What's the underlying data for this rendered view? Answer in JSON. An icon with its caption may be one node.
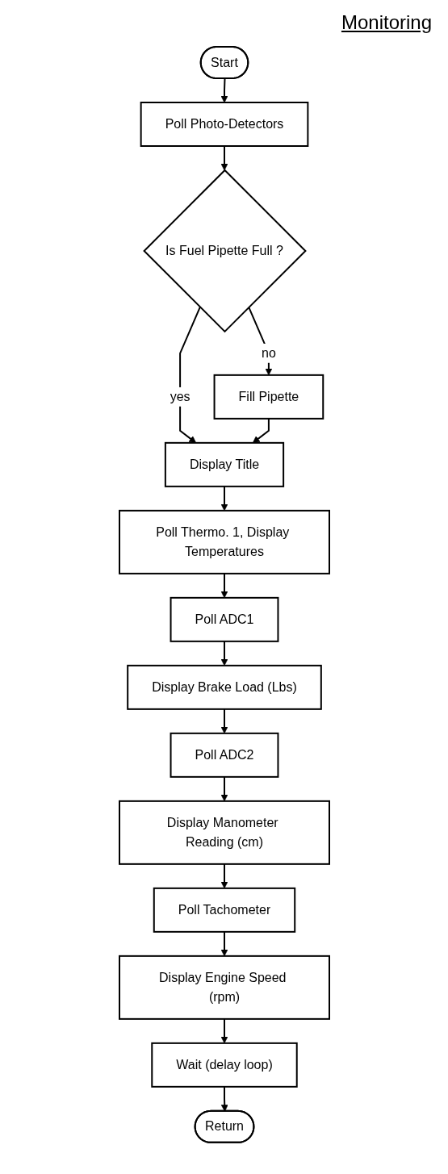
{
  "diagram": {
    "title": "Monitoring",
    "nodes": [
      {
        "text": [
          "Start"
        ]
      },
      {
        "text": [
          "Poll Photo-Detectors"
        ]
      },
      {
        "text": [
          "Is Fuel Pipette Full ?"
        ]
      },
      {
        "text": [
          "Fill Pipette"
        ]
      },
      {
        "text": [
          "Display Title"
        ]
      },
      {
        "text": [
          "Poll Thermo. 1, Display Temperatures"
        ]
      },
      {
        "text": [
          "Poll ADC1"
        ]
      },
      {
        "text": [
          "Display Brake Load (Lbs)"
        ]
      },
      {
        "text": [
          "Poll ADC2"
        ]
      },
      {
        "text": [
          "Display Manometer Reading (cm)"
        ]
      },
      {
        "text": [
          "Poll Tachometer"
        ]
      },
      {
        "text": [
          "Display Engine Speed (rpm)"
        ]
      },
      {
        "text": [
          "Wait (delay loop)"
        ]
      },
      {
        "text": [
          "Return"
        ]
      }
    ],
    "edges": [
      {
        "from": 0,
        "to": 1,
        "arrow": "to"
      },
      {
        "from": 1,
        "to": 2,
        "arrow": "to"
      },
      {
        "from": 2,
        "to": 3,
        "arrow": "to",
        "label": "no"
      },
      {
        "from": 2,
        "to": 4,
        "arrow": "to",
        "label": "yes"
      },
      {
        "from": 3,
        "to": 4,
        "arrow": "to"
      },
      {
        "from": 4,
        "to": 5,
        "arrow": "to"
      },
      {
        "from": 5,
        "to": 6,
        "arrow": "to"
      },
      {
        "from": 6,
        "to": 7,
        "arrow": "to"
      },
      {
        "from": 7,
        "to": 8,
        "arrow": "to"
      },
      {
        "from": 8,
        "to": 9,
        "arrow": "to"
      },
      {
        "from": 9,
        "to": 10,
        "arrow": "to"
      },
      {
        "from": 10,
        "to": 11,
        "arrow": "to"
      },
      {
        "from": 11,
        "to": 12,
        "arrow": "to"
      },
      {
        "from": 12,
        "to": 13,
        "arrow": "to"
      }
    ]
  }
}
